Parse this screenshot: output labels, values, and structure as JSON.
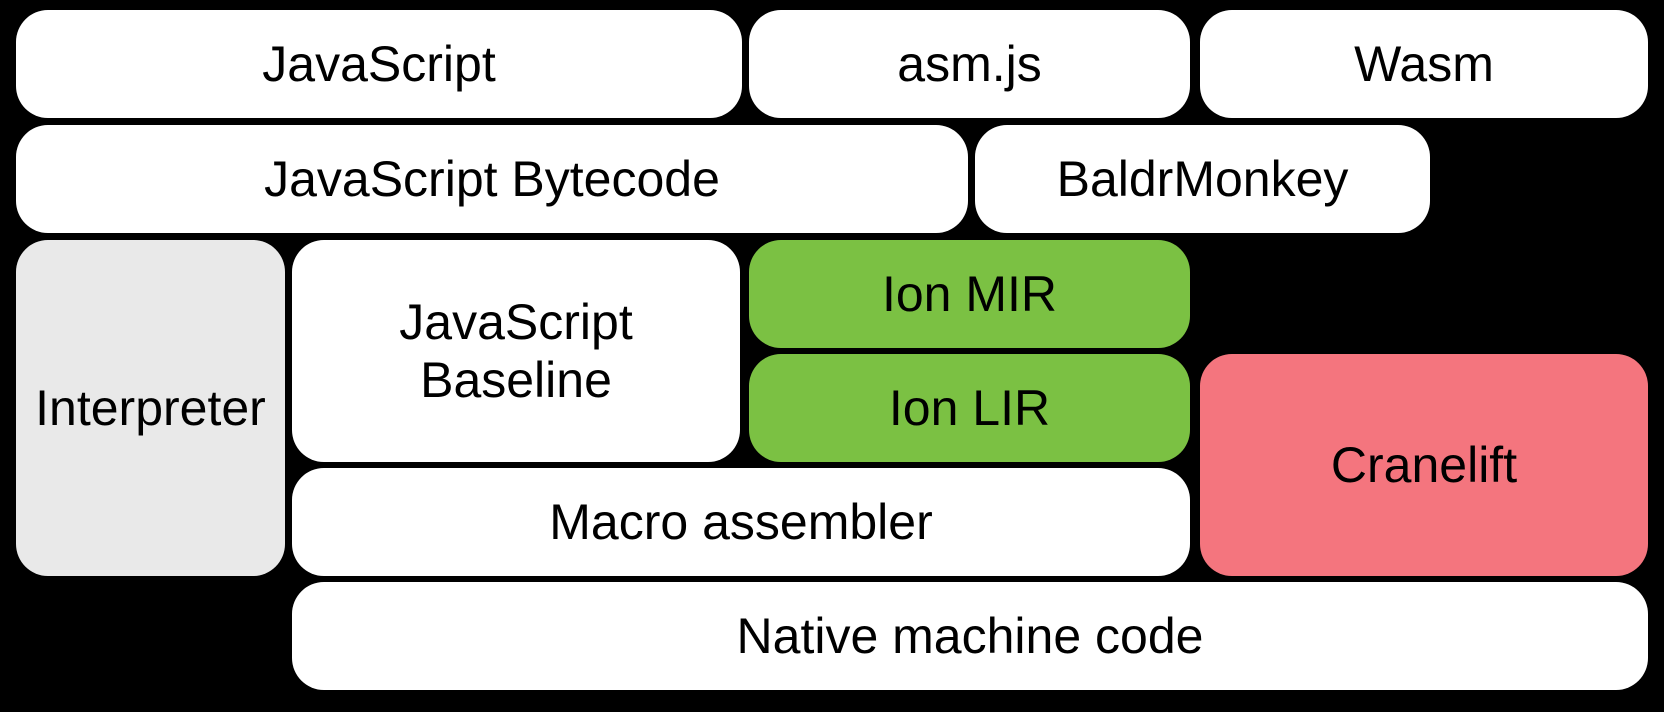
{
  "palette": {
    "background": "#000000",
    "default_box_fill": "#ffffff",
    "interpreter_fill": "#e9e9e9",
    "ion_fill": "#7bc143",
    "cranelift_fill": "#f4757e",
    "text": "#000000"
  },
  "boxes": {
    "javascript": {
      "label": "JavaScript",
      "fill": "#ffffff"
    },
    "asmjs": {
      "label": "asm.js",
      "fill": "#ffffff"
    },
    "wasm": {
      "label": "Wasm",
      "fill": "#ffffff"
    },
    "bytecode": {
      "label": "JavaScript Bytecode",
      "fill": "#ffffff"
    },
    "baldrmonkey": {
      "label": "BaldrMonkey",
      "fill": "#ffffff"
    },
    "interpreter": {
      "label": "Interpreter",
      "fill": "#e9e9e9"
    },
    "baseline": {
      "label": "JavaScript Baseline",
      "fill": "#ffffff"
    },
    "ion_mir": {
      "label": "Ion MIR",
      "fill": "#7bc143"
    },
    "ion_lir": {
      "label": "Ion LIR",
      "fill": "#7bc143"
    },
    "cranelift": {
      "label": "Cranelift",
      "fill": "#f4757e"
    },
    "macro_assembler": {
      "label": "Macro assembler",
      "fill": "#ffffff"
    },
    "native": {
      "label": "Native machine code",
      "fill": "#ffffff"
    }
  }
}
